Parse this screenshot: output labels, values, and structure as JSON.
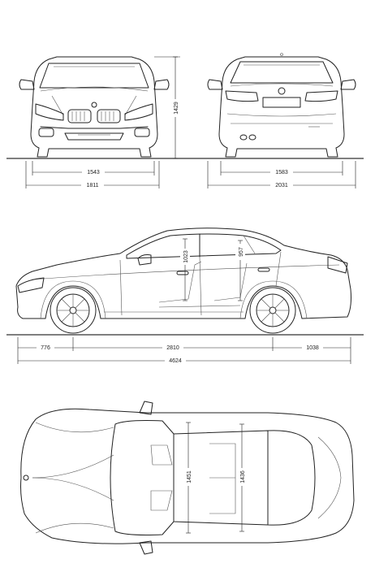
{
  "dimensions": {
    "front_height": "1429",
    "front_track": "1543",
    "front_width": "1811",
    "rear_track": "1583",
    "width_with_mirrors": "2031",
    "side_headroom_front": "1023",
    "side_headroom_rear": "957",
    "front_overhang": "776",
    "wheelbase": "2810",
    "rear_overhang": "1038",
    "length": "4624",
    "top_shoulder_front": "1451",
    "top_shoulder_rear": "1436"
  }
}
